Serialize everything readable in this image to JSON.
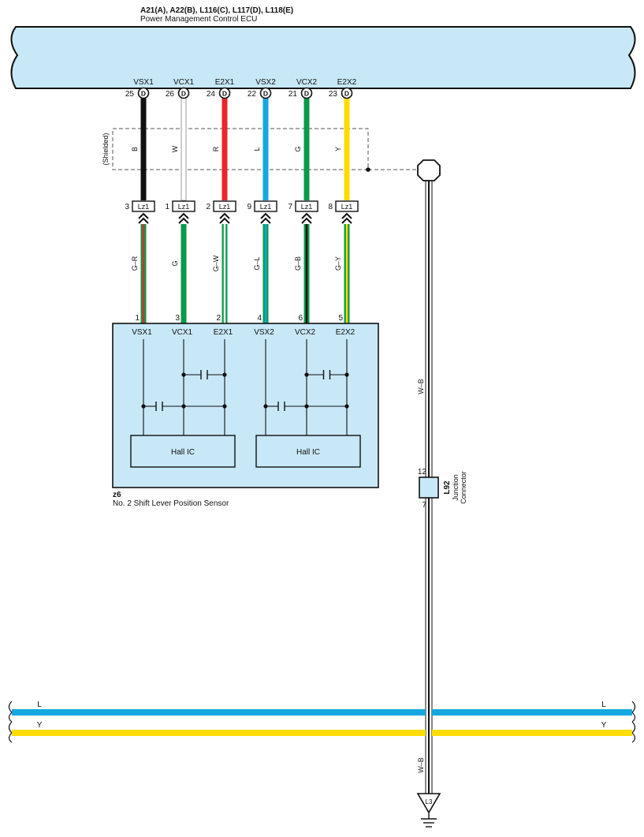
{
  "ecu": {
    "connector_ids": "A21(A), A22(B), L116(C), L117(D), L118(E)",
    "name": "Power Management Control ECU",
    "pins": [
      {
        "name": "VSX1",
        "pin": "25",
        "conn": "D",
        "wire": "B",
        "color": "#111111",
        "lz_pin": "3"
      },
      {
        "name": "VCX1",
        "pin": "26",
        "conn": "D",
        "wire": "W",
        "color": "#ffffff",
        "lz_pin": "1"
      },
      {
        "name": "E2X1",
        "pin": "24",
        "conn": "D",
        "wire": "R",
        "color": "#e8262b",
        "lz_pin": "2"
      },
      {
        "name": "VSX2",
        "pin": "22",
        "conn": "D",
        "wire": "L",
        "color": "#16a7e0",
        "lz_pin": "9"
      },
      {
        "name": "VCX2",
        "pin": "21",
        "conn": "D",
        "wire": "G",
        "color": "#0a9a48",
        "lz_pin": "7"
      },
      {
        "name": "E2X2",
        "pin": "23",
        "conn": "D",
        "wire": "Y",
        "color": "#ffdc00",
        "lz_pin": "8"
      }
    ]
  },
  "shield_label": "(Shielded)",
  "inline_connector": "Lz1",
  "harness": [
    {
      "wire": "G–R",
      "stripe": "#e8262b",
      "sensor_pin": "1"
    },
    {
      "wire": "G",
      "stripe": "#0a9a48",
      "sensor_pin": "3"
    },
    {
      "wire": "G–W",
      "stripe": "#ffffff",
      "sensor_pin": "2"
    },
    {
      "wire": "G–L",
      "stripe": "#16a7e0",
      "sensor_pin": "4"
    },
    {
      "wire": "G–B",
      "stripe": "#111111",
      "sensor_pin": "6"
    },
    {
      "wire": "G–Y",
      "stripe": "#ffdc00",
      "sensor_pin": "5"
    }
  ],
  "sensor": {
    "id": "z6",
    "name": "No. 2 Shift Lever Position Sensor",
    "terminals": [
      "VSX1",
      "VCX1",
      "E2X1",
      "VSX2",
      "VCX2",
      "E2X2"
    ],
    "ic_label": "Hall IC"
  },
  "ground_wire": {
    "label_upper": "W–B",
    "label_lower": "W–B",
    "junction": {
      "id": "L92",
      "desc_line1": "Junction",
      "desc_line2": "Connector",
      "pin_in": "12",
      "pin_out": "7"
    },
    "ground_point": "L3"
  },
  "bus_lines": [
    {
      "label": "L",
      "color": "#16a7e0"
    },
    {
      "label": "Y",
      "color": "#ffdc00"
    }
  ],
  "colors": {
    "module_fill": "#c8e8f8",
    "outline": "#111111",
    "wire_green": "#0a9a48"
  }
}
